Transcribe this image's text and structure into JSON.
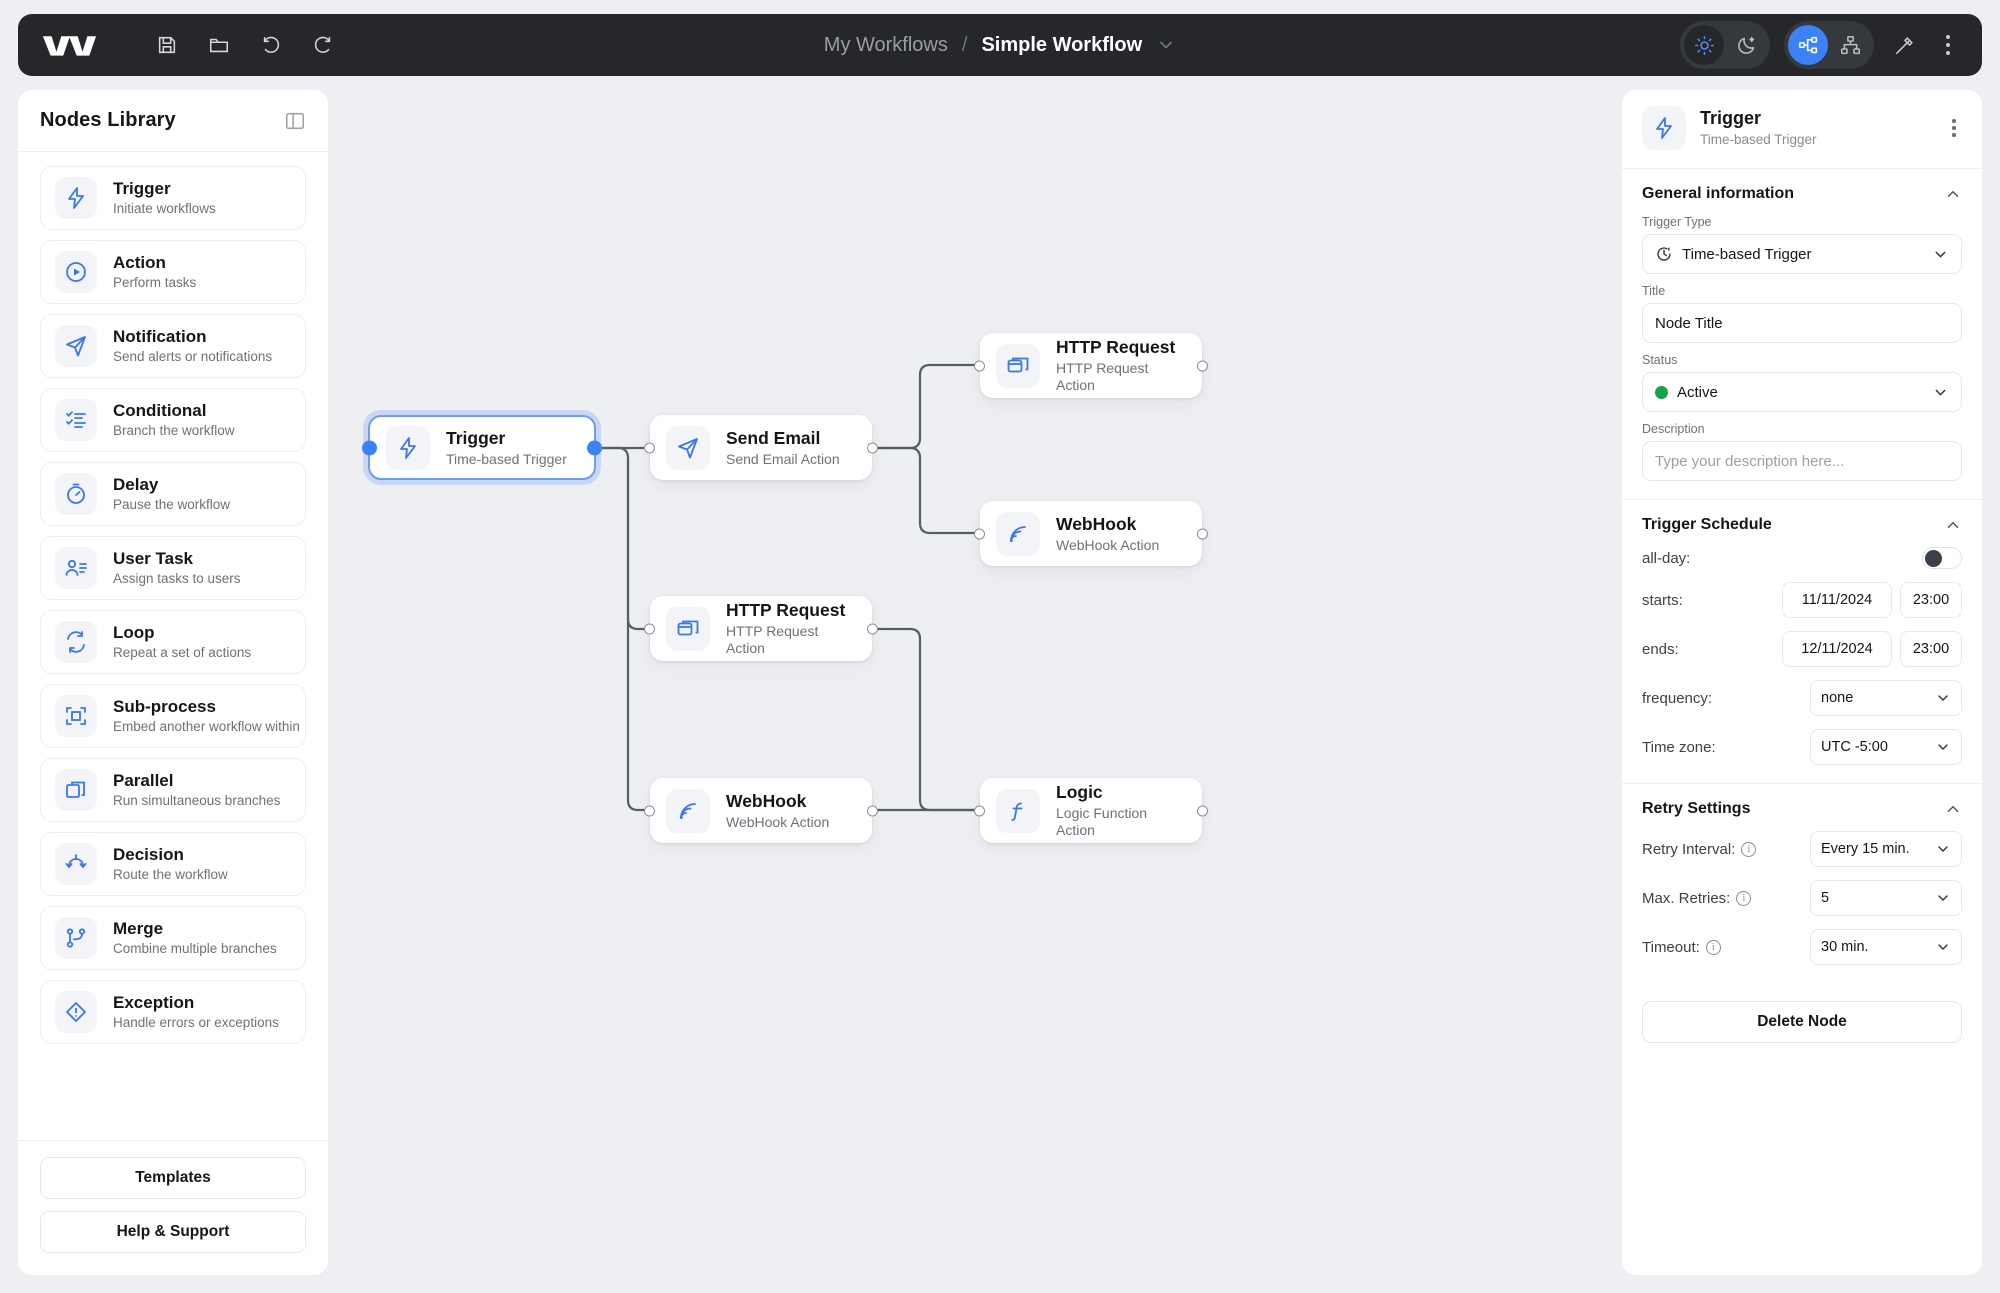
{
  "topbar": {
    "logo_name": "workflow-logo",
    "tools": [
      {
        "name": "save-icon",
        "label": "Save"
      },
      {
        "name": "open-folder-icon",
        "label": "Open"
      },
      {
        "name": "undo-icon",
        "label": "Undo"
      },
      {
        "name": "redo-icon",
        "label": "Redo"
      }
    ],
    "breadcrumb": {
      "parent": "My Workflows",
      "separator": "/",
      "current": "Simple Workflow",
      "chevron": "chevron-down-icon"
    },
    "right": {
      "theme_light": "Light theme",
      "theme_dark": "Dark theme",
      "layout_horizontal": "Horizontal layout",
      "layout_vertical": "Vertical layout",
      "magic_wand": "Auto arrange",
      "more": "More options"
    },
    "accent": "#3b82f6",
    "bar_bg": "#25272b"
  },
  "sidebar": {
    "title": "Nodes Library",
    "collapse_label": "Collapse panel",
    "items": [
      {
        "name": "Trigger",
        "desc": "Initiate workflows",
        "icon": "bolt-icon"
      },
      {
        "name": "Action",
        "desc": "Perform tasks",
        "icon": "play-circle-icon"
      },
      {
        "name": "Notification",
        "desc": "Send alerts or notifications",
        "icon": "send-icon"
      },
      {
        "name": "Conditional",
        "desc": "Branch the workflow",
        "icon": "checklist-icon"
      },
      {
        "name": "Delay",
        "desc": "Pause the workflow",
        "icon": "timer-icon"
      },
      {
        "name": "User Task",
        "desc": "Assign tasks to users",
        "icon": "user-list-icon"
      },
      {
        "name": "Loop",
        "desc": "Repeat a set of actions",
        "icon": "loop-icon"
      },
      {
        "name": "Sub-process",
        "desc": "Embed another workflow within",
        "icon": "subprocess-icon"
      },
      {
        "name": "Parallel",
        "desc": "Run simultaneous branches",
        "icon": "parallel-icon"
      },
      {
        "name": "Decision",
        "desc": "Route the workflow",
        "icon": "decision-icon"
      },
      {
        "name": "Merge",
        "desc": "Combine multiple branches",
        "icon": "merge-icon"
      },
      {
        "name": "Exception",
        "desc": "Handle errors or exceptions",
        "icon": "exception-icon"
      }
    ],
    "footer": {
      "templates": "Templates",
      "help": "Help & Support"
    }
  },
  "canvas": {
    "nodes": [
      {
        "id": "trigger",
        "name": "Trigger",
        "sub": "Time-based Trigger",
        "icon": "bolt-icon",
        "selected": true
      },
      {
        "id": "email",
        "name": "Send Email",
        "sub": "Send Email Action",
        "icon": "send-icon",
        "selected": false
      },
      {
        "id": "http1",
        "name": "HTTP Request",
        "sub": "HTTP Request Action",
        "icon": "window-icon",
        "selected": false
      },
      {
        "id": "hook1",
        "name": "WebHook",
        "sub": "WebHook Action",
        "icon": "webhook-icon",
        "selected": false
      },
      {
        "id": "http2",
        "name": "HTTP Request",
        "sub": "HTTP Request Action",
        "icon": "window-icon",
        "selected": false
      },
      {
        "id": "hook2",
        "name": "WebHook",
        "sub": "WebHook Action",
        "icon": "webhook-icon",
        "selected": false
      },
      {
        "id": "logic",
        "name": "Logic",
        "sub": "Logic Function Action",
        "icon": "function-icon",
        "selected": false
      }
    ],
    "edge_color": "#585d66"
  },
  "panel": {
    "header": {
      "title": "Trigger",
      "subtitle": "Time-based Trigger",
      "icon": "bolt-icon",
      "more": "More options"
    },
    "general": {
      "section_title": "General information",
      "trigger_type_label": "Trigger Type",
      "trigger_type_value": "Time-based Trigger",
      "trigger_type_icon": "clock-icon",
      "title_label": "Title",
      "title_value": "Node Title",
      "status_label": "Status",
      "status_value": "Active",
      "status_color": "#16a34a",
      "description_label": "Description",
      "description_placeholder": "Type your description here..."
    },
    "schedule": {
      "section_title": "Trigger Schedule",
      "allday_label": "all-day:",
      "allday_on": false,
      "starts_label": "starts:",
      "starts_date": "11/11/2024",
      "starts_time": "23:00",
      "ends_label": "ends:",
      "ends_date": "12/11/2024",
      "ends_time": "23:00",
      "frequency_label": "frequency:",
      "frequency_value": "none",
      "timezone_label": "Time zone:",
      "timezone_value": "UTC -5:00"
    },
    "retry": {
      "section_title": "Retry Settings",
      "interval_label": "Retry Interval:",
      "interval_value": "Every 15 min.",
      "max_label": "Max. Retries:",
      "max_value": "5",
      "timeout_label": "Timeout:",
      "timeout_value": "30 min.",
      "info_glyph": "i"
    },
    "delete_label": "Delete Node"
  }
}
